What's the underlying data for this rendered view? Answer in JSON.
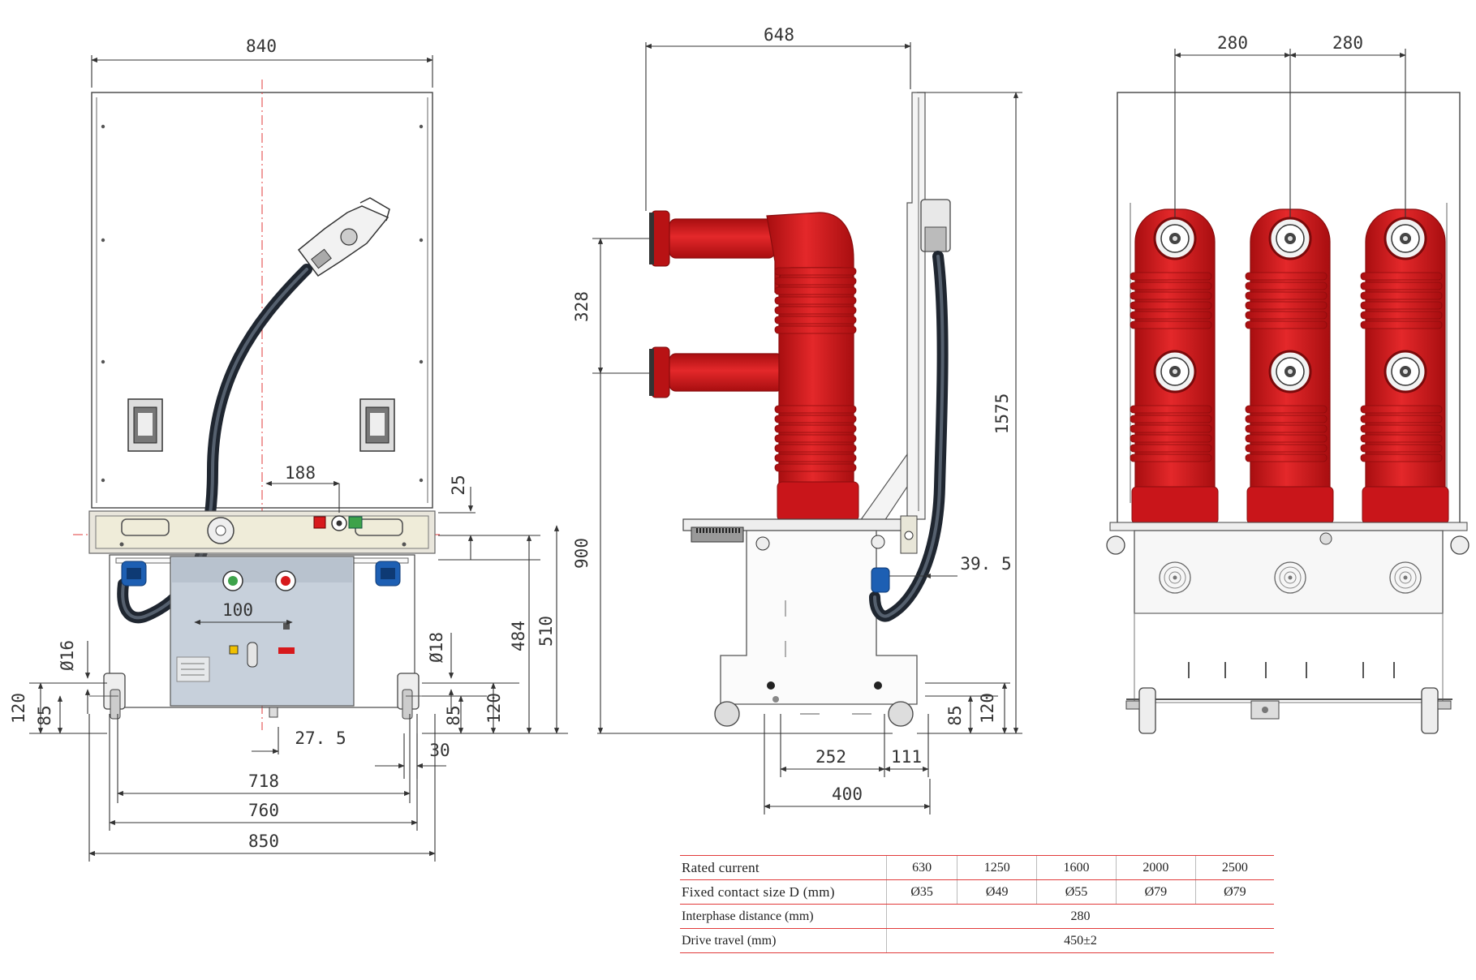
{
  "dimensions": {
    "front": {
      "top_width": "840",
      "d188": "188",
      "d25": "25",
      "d100": "100",
      "d16": "Ø16",
      "d18": "Ø18",
      "d120_left": "120",
      "d85_left": "85",
      "d85_right": "85",
      "d120_right": "120",
      "d484": "484",
      "d510": "510",
      "d27_5": "27. 5",
      "d30": "30",
      "d718": "718",
      "d760": "760",
      "d850": "850"
    },
    "side": {
      "top_width": "648",
      "d328": "328",
      "d900": "900",
      "d1575": "1575",
      "d39_5": "39. 5",
      "d252": "252",
      "d111": "111",
      "d400": "400",
      "d85": "85",
      "d120": "120"
    },
    "rear": {
      "d280_left": "280",
      "d280_right": "280"
    }
  },
  "spec_table": {
    "rows": [
      {
        "label": "Rated current",
        "values": [
          "630",
          "1250",
          "1600",
          "2000",
          "2500"
        ]
      },
      {
        "label": "Fixed contact size D (mm)",
        "values": [
          "Ø35",
          "Ø49",
          "Ø55",
          "Ø79",
          "Ø79"
        ]
      },
      {
        "label": "Interphase distance (mm)",
        "merged": "280"
      },
      {
        "label": "Drive travel (mm)",
        "merged": "450±2"
      }
    ]
  },
  "colors": {
    "insulator_red": "#d7191c",
    "hose": "#1f2630",
    "table_rule": "#e23b3b",
    "indicator_blue": "#1d5fb3"
  }
}
